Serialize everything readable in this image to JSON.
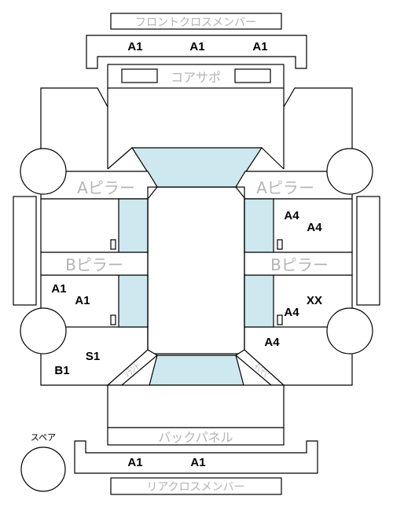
{
  "labels": {
    "front_cross_member": "フロントクロスメンバー",
    "core_support": "コアサポ",
    "a_pillar_left": "Aピラー",
    "a_pillar_right": "Aピラー",
    "b_pillar_left": "Bピラー",
    "b_pillar_right": "Bピラー",
    "back_panel": "バックパネル",
    "rear_cross_member": "リアクロスメンバー",
    "spare": "スペア",
    "trunk_left": "ｿﾗﾝﾄ",
    "trunk_right": "ｿﾗﾝﾄ"
  },
  "grades": {
    "front_1": "A1",
    "front_2": "A1",
    "front_3": "A1",
    "right_front_door_1": "A4",
    "right_front_door_2": "A4",
    "right_rear_door_1": "XX",
    "right_rear_door_2": "A4",
    "right_rear_quarter": "A4",
    "left_rear_door_1": "A1",
    "left_rear_door_2": "A1",
    "left_rear_quarter": "S1",
    "left_rear_corner": "B1",
    "rear_1": "A1",
    "rear_2": "A1"
  },
  "colors": {
    "glass": "#cde8ef",
    "label_gray": "#b4b4b4",
    "outline": "#000000"
  }
}
